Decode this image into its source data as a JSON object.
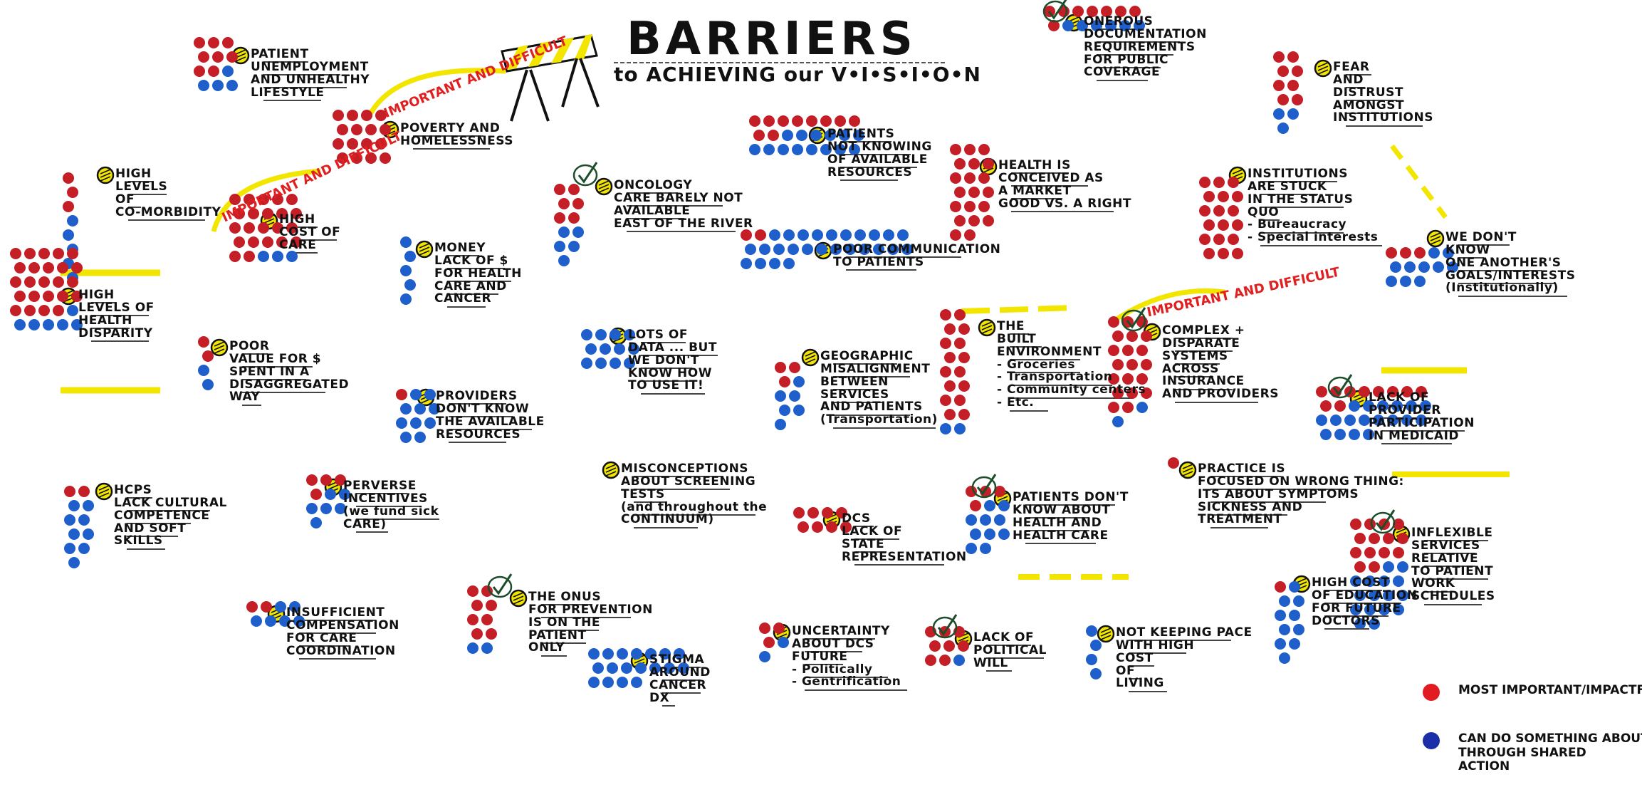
{
  "title": "BARRIERS",
  "subtitle": "to ACHIEVING our V•I•S•I•O•N",
  "colors": {
    "red": "#c41e26",
    "blue": "#1f5fcc",
    "yellow": "#f2e600",
    "legend_red": "#e21b22",
    "legend_blue": "#1a2ea8",
    "tag_red": "#e02020"
  },
  "importance_tags": [
    "IMPORTANT and DIFFICULT",
    "IMPORTANT and DIFFICULT",
    "IMPORTANT and DIFFICULT"
  ],
  "barriers": [
    {
      "lines": [
        "Patient",
        "unemployment",
        "and unhealthy",
        "lifestyle"
      ],
      "red": 8,
      "blue": 4,
      "check": false
    },
    {
      "lines": [
        "Poverty and",
        "homelessness"
      ],
      "red": 16,
      "blue": 0,
      "check": false
    },
    {
      "lines": [
        "High",
        "levels",
        "of",
        "co-morbidity"
      ],
      "red": 3,
      "blue": 5,
      "check": false
    },
    {
      "lines": [
        "High",
        "cost of",
        "care"
      ],
      "red": 22,
      "blue": 3,
      "check": false
    },
    {
      "lines": [
        "High",
        "levels of",
        "health",
        "disparity"
      ],
      "red": 24,
      "blue": 6,
      "check": false
    },
    {
      "lines": [
        "Money",
        "Lack of $",
        "for health",
        "care and",
        "cancer"
      ],
      "red": 0,
      "blue": 5,
      "check": false
    },
    {
      "lines": [
        "Oncology",
        "care barely NOT",
        "available",
        "East of the River"
      ],
      "red": 6,
      "blue": 5,
      "check": true
    },
    {
      "lines": [
        "Patients",
        "not knowing",
        "of available",
        "resources"
      ],
      "red": 10,
      "blue": 14,
      "check": false
    },
    {
      "lines": [
        "Health is",
        "conceived as",
        "a market",
        "good vs. a right"
      ],
      "red": 20,
      "blue": 0,
      "check": false
    },
    {
      "lines": [
        "Onerous",
        "documentation",
        "requirements",
        "for public",
        "coverage"
      ],
      "red": 8,
      "blue": 6,
      "check": true
    },
    {
      "lines": [
        "Fear",
        "and",
        "distrust",
        "amongst",
        "institutions"
      ],
      "red": 8,
      "blue": 3,
      "check": false
    },
    {
      "lines": [
        "Institutions",
        "are stuck",
        "in the status",
        "quo",
        "- Bureaucracy",
        "- Special interests"
      ],
      "red": 18,
      "blue": 0,
      "check": false
    },
    {
      "lines": [
        "Poor communication",
        "to patients"
      ],
      "red": 2,
      "blue": 26,
      "check": false
    },
    {
      "lines": [
        "We don't",
        "know",
        "one another's",
        "goals/interests",
        "(Institutionally)"
      ],
      "red": 3,
      "blue": 10,
      "check": false
    },
    {
      "lines": [
        "Poor",
        "value for $",
        "spent in a",
        "disaggregated",
        "way"
      ],
      "red": 2,
      "blue": 2,
      "check": false
    },
    {
      "lines": [
        "Lots of",
        "data ... but",
        "we don't",
        "know how",
        "to use it!"
      ],
      "red": 0,
      "blue": 12,
      "check": false
    },
    {
      "lines": [
        "Geographic",
        "misalignment",
        "between",
        "services",
        "and patients",
        "(Transportation)"
      ],
      "red": 3,
      "blue": 6,
      "check": false
    },
    {
      "lines": [
        "the",
        "Built",
        "environment",
        "- Groceries",
        "- Transportation",
        "- Community centers",
        "- Etc."
      ],
      "red": 16,
      "blue": 2,
      "check": false
    },
    {
      "lines": [
        "Complex +",
        "disparate",
        "systems",
        "across",
        "insurance",
        "and providers"
      ],
      "red": 20,
      "blue": 2,
      "check": true
    },
    {
      "lines": [
        "Lack of",
        "provider",
        "participation",
        "in Medicaid"
      ],
      "red": 10,
      "blue": 18,
      "check": true
    },
    {
      "lines": [
        "Providers",
        "don't know",
        "the available",
        "resources"
      ],
      "red": 1,
      "blue": 10,
      "check": false
    },
    {
      "lines": [
        "Misconceptions",
        "about screening",
        "tests",
        "(and throughout the",
        "continuum)"
      ],
      "red": 0,
      "blue": 0,
      "check": false
    },
    {
      "lines": [
        "DCs",
        "lack of",
        "state",
        "representation"
      ],
      "red": 8,
      "blue": 0,
      "check": false
    },
    {
      "lines": [
        "Patients don't",
        "know about",
        "health and",
        "health care"
      ],
      "red": 4,
      "blue": 10,
      "check": true
    },
    {
      "lines": [
        "Practice is",
        "focused on wrong thing:",
        "its about symptoms",
        "sickness and",
        "treatment"
      ],
      "red": 1,
      "blue": 0,
      "check": false
    },
    {
      "lines": [
        "HCPs",
        "lack cultural",
        "competence",
        "and soft",
        "skills"
      ],
      "red": 2,
      "blue": 9,
      "check": false
    },
    {
      "lines": [
        "Perverse",
        "incentives",
        "(we fund sick",
        "care)"
      ],
      "red": 4,
      "blue": 6,
      "check": false
    },
    {
      "lines": [
        "Inflexible",
        "services",
        "relative",
        "to patient",
        "work",
        "schedules"
      ],
      "red": 14,
      "blue": 16,
      "check": true
    },
    {
      "lines": [
        "Insufficient",
        "compensation",
        "for care",
        "coordination"
      ],
      "red": 2,
      "blue": 6,
      "check": false
    },
    {
      "lines": [
        "the onus",
        "for prevention",
        "is on the",
        "patient",
        "only"
      ],
      "red": 8,
      "blue": 2,
      "check": true
    },
    {
      "lines": [
        "Stigma",
        "around",
        "cancer",
        "Dx"
      ],
      "red": 0,
      "blue": 18,
      "check": false
    },
    {
      "lines": [
        "Uncertainty",
        "about DCs",
        "future",
        "- Politically",
        "- Gentrification"
      ],
      "red": 3,
      "blue": 2,
      "check": false
    },
    {
      "lines": [
        "Lack of",
        "political",
        "will"
      ],
      "red": 8,
      "blue": 1,
      "check": true
    },
    {
      "lines": [
        "Not keeping pace",
        "with high",
        "cost",
        "of",
        "living"
      ],
      "red": 0,
      "blue": 4,
      "check": false
    },
    {
      "lines": [
        "High cost",
        "of education",
        "for future",
        "doctors"
      ],
      "red": 1,
      "blue": 10,
      "check": false
    }
  ],
  "legend": [
    {
      "color": "red",
      "lines": [
        "MOST IMPORTANT/IMPACTFUL"
      ]
    },
    {
      "color": "blue",
      "lines": [
        "CAN DO SOMETHING ABOUT",
        "THROUGH SHARED",
        "ACTION"
      ]
    }
  ]
}
